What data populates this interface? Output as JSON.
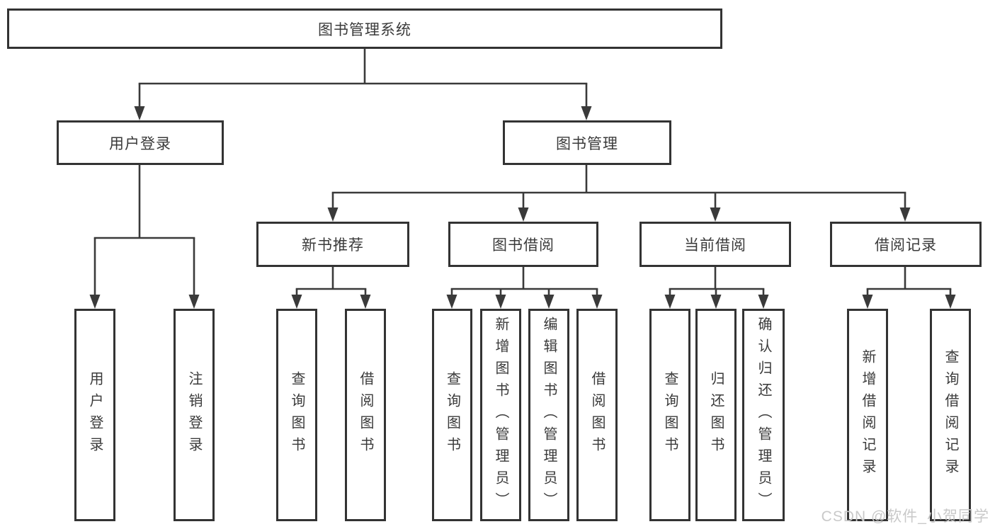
{
  "diagram": {
    "type": "hierarchy-tree",
    "tree": {
      "root": {
        "label": "图书管理系统",
        "children": [
          {
            "label": "用户登录",
            "children": [
              {
                "label": "用户登录"
              },
              {
                "label": "注销登录"
              }
            ]
          },
          {
            "label": "图书管理",
            "children": [
              {
                "label": "新书推荐",
                "children": [
                  {
                    "label": "查询图书"
                  },
                  {
                    "label": "借阅图书"
                  }
                ]
              },
              {
                "label": "图书借阅",
                "children": [
                  {
                    "label": "查询图书"
                  },
                  {
                    "label": "新增图书（管理员）"
                  },
                  {
                    "label": "编辑图书（管理员）"
                  },
                  {
                    "label": "借阅图书"
                  }
                ]
              },
              {
                "label": "当前借阅",
                "children": [
                  {
                    "label": "查询图书"
                  },
                  {
                    "label": "归还图书"
                  },
                  {
                    "label": "确认归还（管理员）"
                  }
                ]
              },
              {
                "label": "借阅记录",
                "children": [
                  {
                    "label": "新增借阅记录"
                  },
                  {
                    "label": "查询借阅记录"
                  }
                ]
              }
            ]
          }
        ]
      }
    }
  },
  "watermark": {
    "text": "CSDN @软件_小贺同学"
  },
  "colors": {
    "border": "#333333",
    "line": "#3a3a3a",
    "text": "#3a3a3a",
    "watermark": "#c9c9c9",
    "background": "#ffffff"
  }
}
